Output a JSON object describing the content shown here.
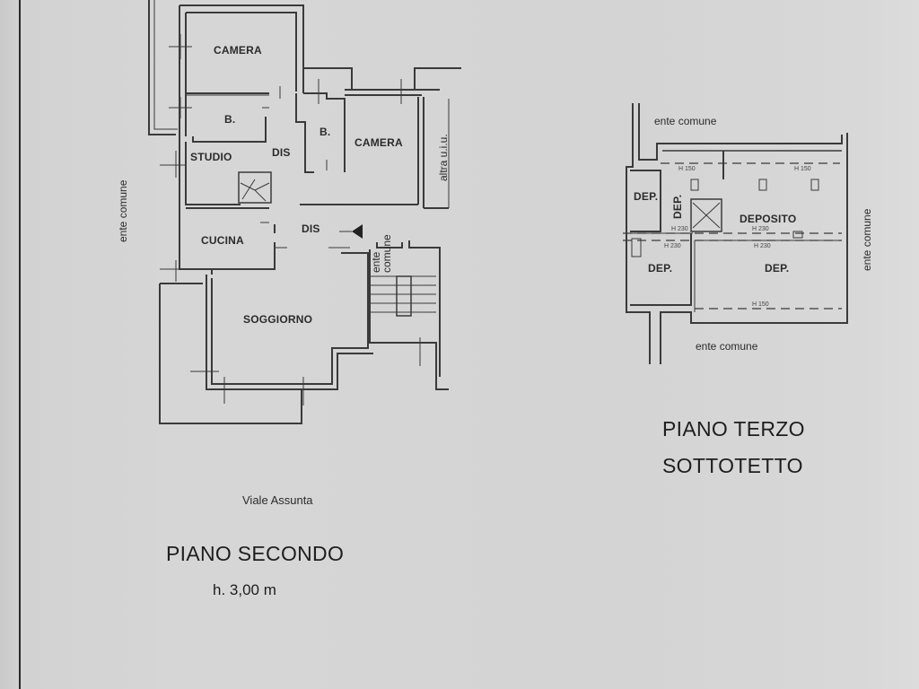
{
  "floor_second": {
    "title": "PIANO SECONDO",
    "height": "h. 3,00 m",
    "street": "Viale Assunta",
    "side_labels": {
      "left": "ente comune",
      "stair": "ente comune",
      "right": "altra u.i.u."
    },
    "rooms": [
      {
        "name": "CAMERA"
      },
      {
        "name": "B."
      },
      {
        "name": "B."
      },
      {
        "name": "CAMERA"
      },
      {
        "name": "STUDIO"
      },
      {
        "name": "DIS"
      },
      {
        "name": "DIS"
      },
      {
        "name": "CUCINA"
      },
      {
        "name": "SOGGIORNO"
      }
    ]
  },
  "floor_third": {
    "title": "PIANO TERZO",
    "subtitle": "SOTTOTETTO",
    "side_labels": {
      "top": "ente comune",
      "bottom": "ente comune",
      "right": "ente comune"
    },
    "rooms": [
      {
        "name": "DEP."
      },
      {
        "name": "DEP."
      },
      {
        "name": "DEPOSITO"
      },
      {
        "name": "DEP."
      },
      {
        "name": "DEP."
      }
    ],
    "heights": [
      "H 150",
      "H 150",
      "H 230",
      "H 230",
      "H 230",
      "H 230",
      "H 150"
    ]
  }
}
